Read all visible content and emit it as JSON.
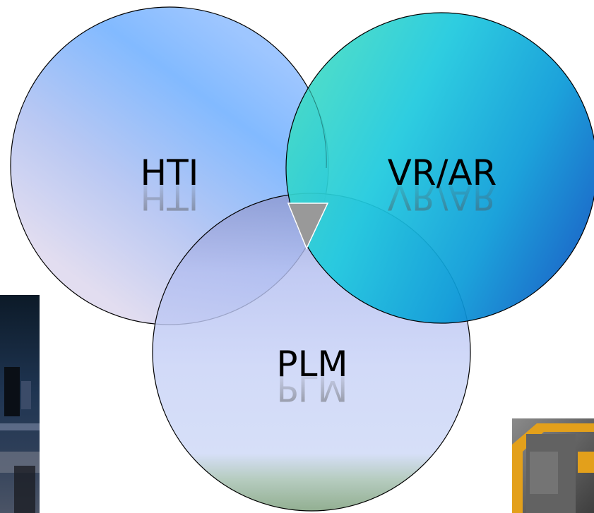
{
  "diagram": {
    "type": "venn",
    "circles": [
      {
        "label": "HTI",
        "color_from": "#7db9ff",
        "color_to": "#e2ddf0"
      },
      {
        "label": "VR/AR",
        "color_from": "#3ed3c8",
        "color_to": "#0a5fc7"
      },
      {
        "label": "PLM",
        "color_from": "#c6d0f6",
        "color_to": "#7f9f7a"
      }
    ],
    "center_marker": {
      "shape": "triangle-down",
      "color": "#999999"
    }
  },
  "photos": [
    {
      "name": "left-photo",
      "description_colors": [
        "#0f1c2a",
        "#2a3f5c",
        "#b0b8c8"
      ]
    },
    {
      "name": "right-photo",
      "description_colors": [
        "#e29a17",
        "#6b6b6b",
        "#4a4a4a"
      ]
    }
  ]
}
